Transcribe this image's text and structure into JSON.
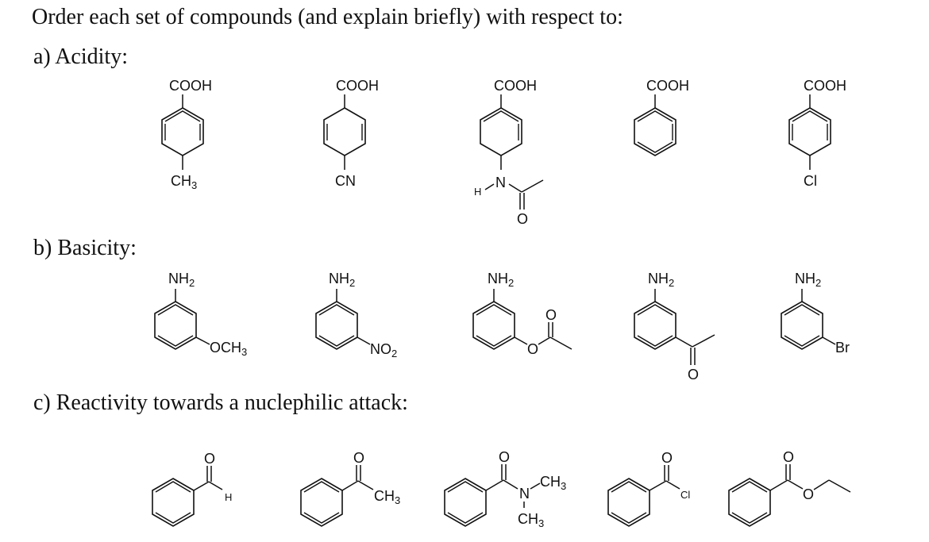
{
  "title": "Order each set of compounds (and explain briefly) with respect to:",
  "sections": {
    "a": {
      "heading": "a)  Acidity:",
      "compounds": [
        {
          "name": "4-methylbenzoic acid",
          "top": "COOH",
          "bottom_main": "CH",
          "bottom_sub": "3"
        },
        {
          "name": "4-cyanobenzoic acid",
          "top": "COOH",
          "bottom_main": "CN",
          "bottom_sub": ""
        },
        {
          "name": "4-acetamidobenzoic acid",
          "top": "COOH",
          "h": "H",
          "n": "N",
          "o": "O"
        },
        {
          "name": "benzoic acid",
          "top": "COOH"
        },
        {
          "name": "4-chlorobenzoic acid",
          "top": "COOH",
          "bottom_main": "Cl",
          "bottom_sub": ""
        }
      ]
    },
    "b": {
      "heading": "b)  Basicity:",
      "compounds": [
        {
          "name": "3-methoxyaniline",
          "top_main": "NH",
          "top_sub": "2",
          "sub_main": "OCH",
          "sub_sub": "3"
        },
        {
          "name": "3-nitroaniline",
          "top_main": "NH",
          "top_sub": "2",
          "sub_main": "NO",
          "sub_sub": "2"
        },
        {
          "name": "3-aminophenyl acetate",
          "top_main": "NH",
          "top_sub": "2",
          "o1": "O",
          "o2": "O"
        },
        {
          "name": "3-aminoacetophenone",
          "top_main": "NH",
          "top_sub": "2",
          "o": "O"
        },
        {
          "name": "3-bromoaniline",
          "top_main": "NH",
          "top_sub": "2",
          "sub_main": "Br"
        }
      ]
    },
    "c": {
      "heading": "c)  Reactivity towards a nuclephilic attack:",
      "compounds": [
        {
          "name": "benzaldehyde",
          "o": "O",
          "sub": "H"
        },
        {
          "name": "acetophenone",
          "o": "O",
          "sub_main": "CH",
          "sub_sub": "3"
        },
        {
          "name": "N,N-dimethylbenzamide",
          "o": "O",
          "n": "N",
          "ch3a_main": "CH",
          "ch3a_sub": "3",
          "ch3b_main": "CH",
          "ch3b_sub": "3"
        },
        {
          "name": "benzoyl chloride",
          "o": "O",
          "sub": "Cl"
        },
        {
          "name": "ethyl benzoate",
          "o1": "O",
          "o2": "O"
        }
      ]
    }
  }
}
